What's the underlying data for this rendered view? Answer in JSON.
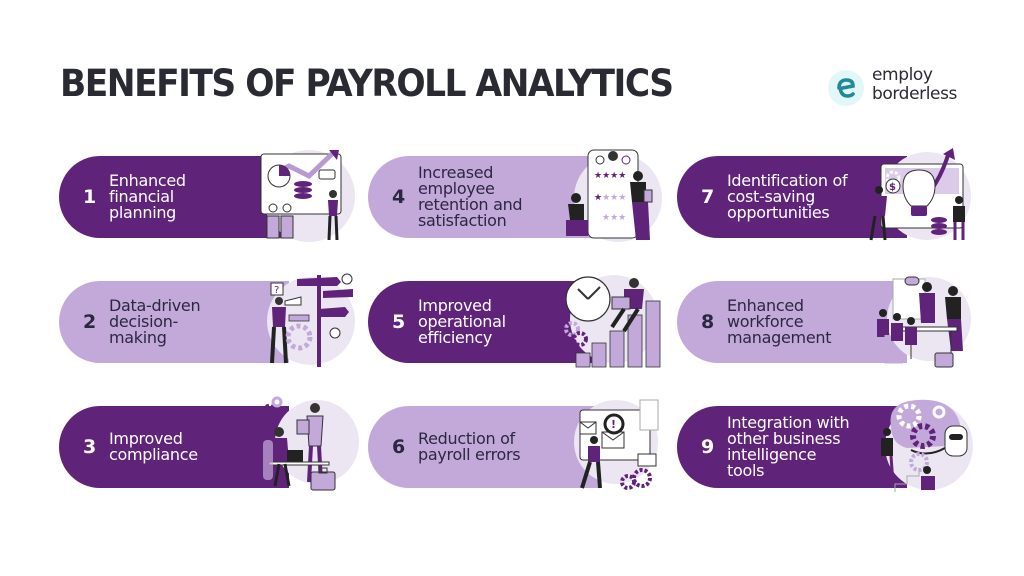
{
  "header": {
    "title": "BENEFITS OF PAYROLL ANALYTICS"
  },
  "logo": {
    "icon": "e-logo-icon",
    "line1": "employ",
    "line2": "borderless",
    "mark_color": "#1f8a9a",
    "mark_bg": "#e3f7f8"
  },
  "colors": {
    "dark_purple": "#5f2379",
    "light_purple": "#c3a9da",
    "title_text": "#2a2a33"
  },
  "benefits": [
    {
      "number": "1",
      "lines": [
        "Enhanced",
        "financial",
        "planning"
      ],
      "style": "dark",
      "illustration": "financial-planning-meeting-illustration"
    },
    {
      "number": "2",
      "lines": [
        "Data-driven",
        "decision-",
        "making"
      ],
      "style": "light",
      "illustration": "signpost-telescope-illustration"
    },
    {
      "number": "3",
      "lines": [
        "Improved",
        "compliance"
      ],
      "style": "dark",
      "illustration": "office-desk-compliance-illustration"
    },
    {
      "number": "4",
      "lines": [
        "Increased",
        "employee",
        "retention and",
        "satisfaction"
      ],
      "style": "light",
      "illustration": "star-rating-employees-illustration"
    },
    {
      "number": "5",
      "lines": [
        "Improved",
        "operational",
        "efficiency"
      ],
      "style": "dark",
      "illustration": "clock-growth-bars-illustration"
    },
    {
      "number": "6",
      "lines": [
        "Reduction of",
        "payroll errors"
      ],
      "style": "light",
      "illustration": "error-alert-magnifier-illustration"
    },
    {
      "number": "7",
      "lines": [
        "Identification of",
        "cost-saving",
        "opportunities"
      ],
      "style": "dark",
      "illustration": "lightbulb-coins-growth-illustration"
    },
    {
      "number": "8",
      "lines": [
        "Enhanced",
        "workforce",
        "management"
      ],
      "style": "light",
      "illustration": "team-meeting-illustration"
    },
    {
      "number": "9",
      "lines": [
        "Integration with",
        "other business",
        "intelligence",
        "tools"
      ],
      "style": "dark",
      "illustration": "gears-robot-integration-illustration"
    }
  ]
}
